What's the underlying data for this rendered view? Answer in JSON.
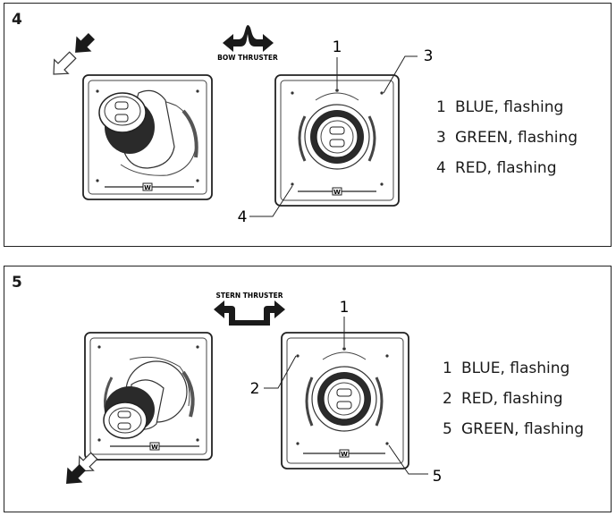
{
  "panels": [
    {
      "step": "4",
      "thruster_label": "BOW THRUSTER",
      "callouts": [
        "1",
        "3",
        "4"
      ],
      "legend": [
        {
          "num": "1",
          "text": "BLUE, flashing"
        },
        {
          "num": "3",
          "text": "GREEN, flashing"
        },
        {
          "num": "4",
          "text": "RED, flashing"
        }
      ]
    },
    {
      "step": "5",
      "thruster_label": "STERN THRUSTER",
      "callouts": [
        "1",
        "2",
        "5"
      ],
      "legend": [
        {
          "num": "1",
          "text": "BLUE, flashing"
        },
        {
          "num": "2",
          "text": "RED, flashing"
        },
        {
          "num": "5",
          "text": "GREEN, flashing"
        }
      ]
    }
  ],
  "icons": {
    "direction_arrow": "diagonal-double-arrow-icon",
    "thruster_arrow": "double-headed-arrow-icon",
    "panel_logo": "manufacturer-logo-icon"
  }
}
